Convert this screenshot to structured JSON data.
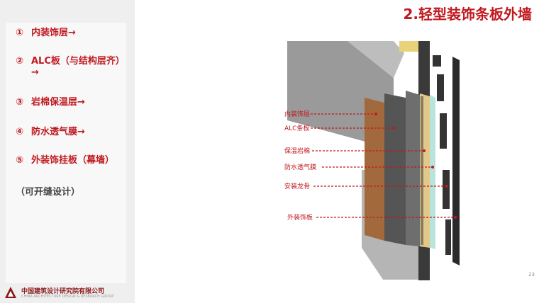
{
  "title": "2.轻型装饰条板外墙",
  "left_list": {
    "items": [
      {
        "num": "①",
        "text": "内装饰层→"
      },
      {
        "num": "②",
        "text": "ALC板（与结构层齐）",
        "cont": "→"
      },
      {
        "num": "③",
        "text": "岩棉保温层→"
      },
      {
        "num": "④",
        "text": "防水透气膜→"
      },
      {
        "num": "⑤",
        "text": "外装饰挂板（幕墙）"
      }
    ],
    "note": "（可开缝设计）"
  },
  "diagram_labels": [
    "内装饰层",
    "ALC条板",
    "保温岩棉",
    "防水透气膜",
    "安装龙骨",
    "外装饰板"
  ],
  "logo": {
    "name": "中国建筑设计研究院有限公司",
    "sub": "CHINA ARCHITECTURE DESIGN & RESEARCH GROUP"
  },
  "page_number": "23",
  "colors": {
    "accent": "#c0191f",
    "panel": "#efefef"
  }
}
